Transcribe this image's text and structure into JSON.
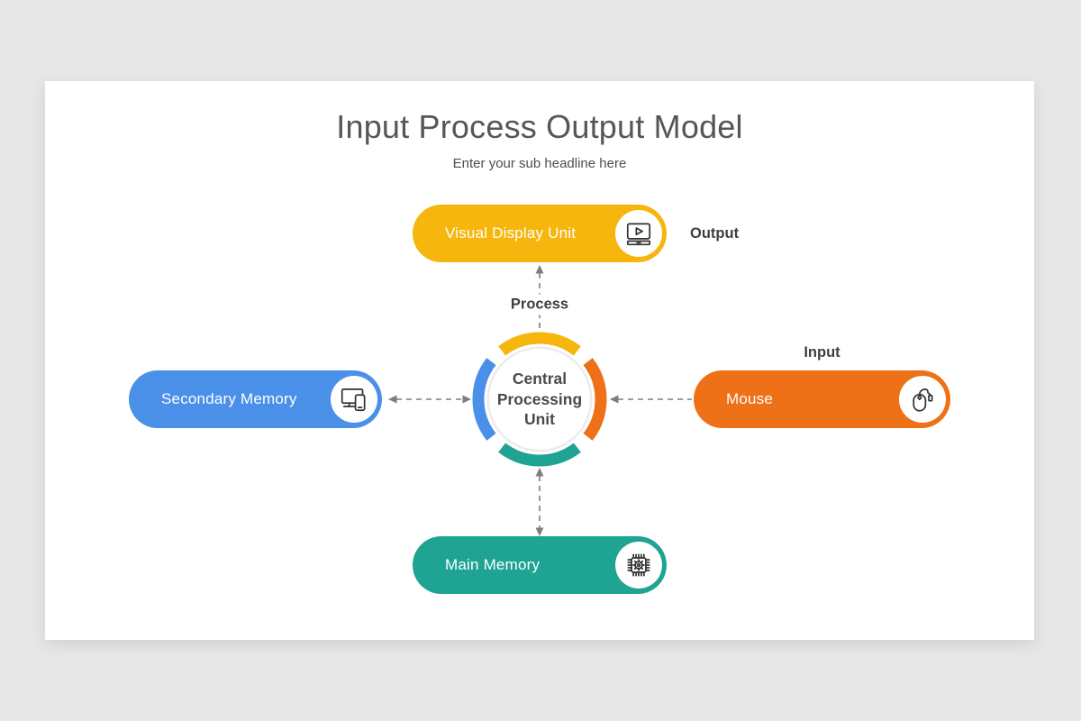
{
  "slide": {
    "title": "Input Process Output Model",
    "subtitle": "Enter your sub headline here"
  },
  "cpu": {
    "label": "Central Processing Unit"
  },
  "flow_labels": {
    "process": "Process",
    "input": "Input",
    "output": "Output"
  },
  "nodes": {
    "top": {
      "label": "Visual Display Unit",
      "color": "#F6B60E",
      "icon": "video-display-icon",
      "role": "output-device"
    },
    "left": {
      "label": "Secondary Memory",
      "color": "#4A90E9",
      "icon": "devices-icon",
      "role": "storage"
    },
    "right": {
      "label": "Mouse",
      "color": "#EE7118",
      "icon": "mouse-icon",
      "role": "input-device"
    },
    "bottom": {
      "label": "Main Memory",
      "color": "#1FA392",
      "icon": "chip-icon",
      "role": "memory"
    }
  },
  "canvas_colors": {
    "background": "#E7E7E8",
    "card": "#FFFFFF",
    "arrow": "#7D7D7D",
    "text_dark": "#3E3F42"
  }
}
